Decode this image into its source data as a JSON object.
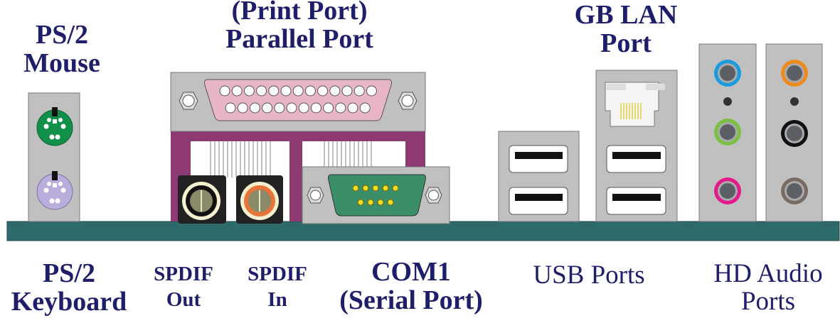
{
  "labels": {
    "ps2_mouse": [
      "PS/2",
      "Mouse"
    ],
    "parallel": [
      "(Print Port)",
      "Parallel Port"
    ],
    "gb_lan": [
      "GB LAN",
      "Port"
    ],
    "ps2_keyboard": [
      "PS/2",
      "Keyboard"
    ],
    "spdif_out": [
      "SPDIF",
      "Out"
    ],
    "spdif_in": [
      "SPDIF",
      "In"
    ],
    "com1": [
      "COM1",
      "(Serial Port)"
    ],
    "usb": "USB Ports",
    "hd_audio": [
      "HD Audio",
      "Ports"
    ]
  },
  "colors": {
    "board": "#2f6a6a",
    "panel": "#c0c0c0",
    "bracket": "#8e3a72",
    "ps2_mouse": "#109048",
    "ps2_keyboard": "#b9addc",
    "parallel": "#e8b4c8",
    "serial": "#3a8f68",
    "label": "#1e1e6a",
    "audio_jacks": [
      "#1a9be0",
      "#f08a1d",
      "#7ac143",
      "#111111",
      "#e6198c",
      "#7a6a64"
    ]
  }
}
